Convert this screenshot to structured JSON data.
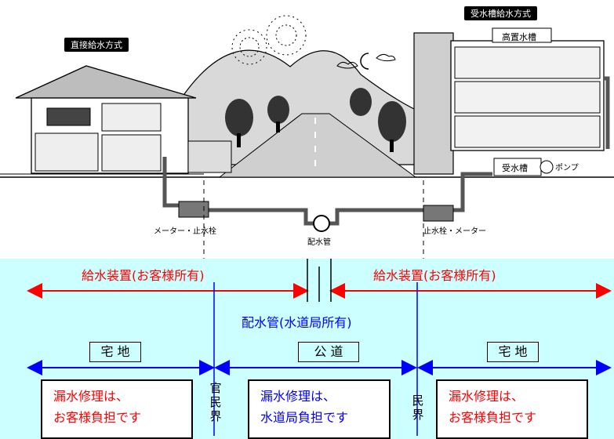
{
  "illustration": {
    "left_badge": "直接給水方式",
    "right_badge": "受水槽給水方式",
    "high_tank": "高置水槽",
    "receiving_tank": "受水槽",
    "pump": "ポンプ",
    "left_meter": "メーター・止水栓",
    "main_pipe": "配水管",
    "right_meter": "止水栓・メーター"
  },
  "ranges": {
    "left_supply": "給水装置(お客様所有)",
    "right_supply": "給水装置(お客様所有)",
    "main_pipe": "配水管(水道局所有)"
  },
  "zones": {
    "left": "宅 地",
    "center": "公 道",
    "right": "宅 地"
  },
  "boundaries": {
    "left": [
      "官",
      "民",
      "界"
    ],
    "right": [
      "民",
      "界"
    ]
  },
  "notes": {
    "left": [
      "漏水修理は、",
      "お客様負担です"
    ],
    "center": [
      "漏水修理は、",
      "水道局負担です"
    ],
    "right": [
      "漏水修理は、",
      "お客様負担です"
    ]
  },
  "colors": {
    "supply_arrow": "#ff0000",
    "zone_arrow": "#0000ff",
    "background": "#ccffff"
  }
}
